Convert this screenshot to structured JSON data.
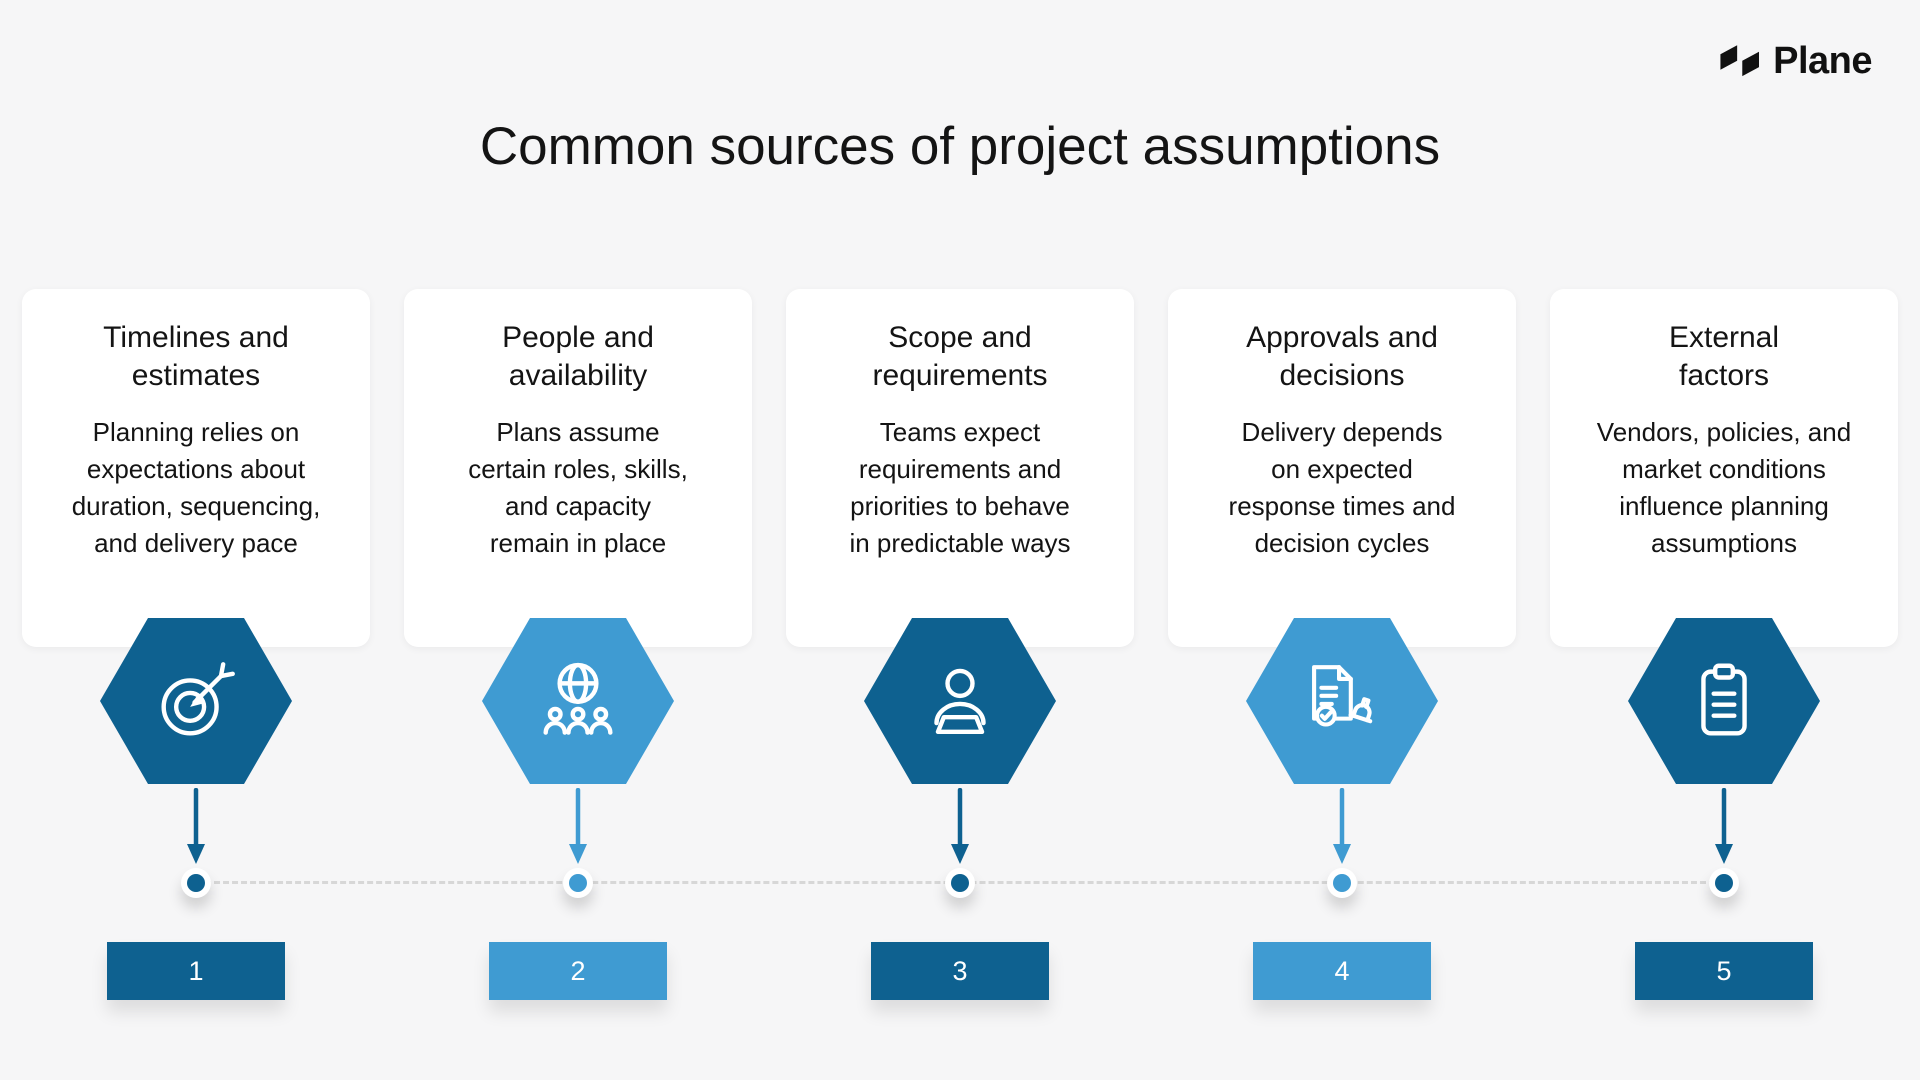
{
  "brand": {
    "name": "Plane"
  },
  "title": "Common sources of project assumptions",
  "colors": {
    "background": "#f6f6f7",
    "card": "#ffffff",
    "dark_blue": "#0e6190",
    "light_blue": "#3f9bd2",
    "text": "#141414",
    "timeline_dash": "#d7d7d7",
    "logo": "#111111"
  },
  "columns": [
    {
      "title": "Timelines and\nestimates",
      "description": "Planning relies on\nexpectations about\nduration, sequencing,\nand delivery pace",
      "icon": "target-icon",
      "number": "1",
      "tone": "dark"
    },
    {
      "title": "People and\navailability",
      "description": "Plans assume\ncertain roles, skills,\nand capacity\nremain in place",
      "icon": "globe-people-icon",
      "number": "2",
      "tone": "light"
    },
    {
      "title": "Scope and\nrequirements",
      "description": "Teams expect\nrequirements and\npriorities to behave\nin predictable ways",
      "icon": "person-laptop-icon",
      "number": "3",
      "tone": "dark"
    },
    {
      "title": "Approvals and\ndecisions",
      "description": "Delivery depends\non expected\nresponse times and\ndecision cycles",
      "icon": "document-approval-icon",
      "number": "4",
      "tone": "light"
    },
    {
      "title": "External\nfactors",
      "description": "Vendors, policies, and\nmarket conditions\ninfluence planning\nassumptions",
      "icon": "clipboard-icon",
      "number": "5",
      "tone": "dark"
    }
  ]
}
